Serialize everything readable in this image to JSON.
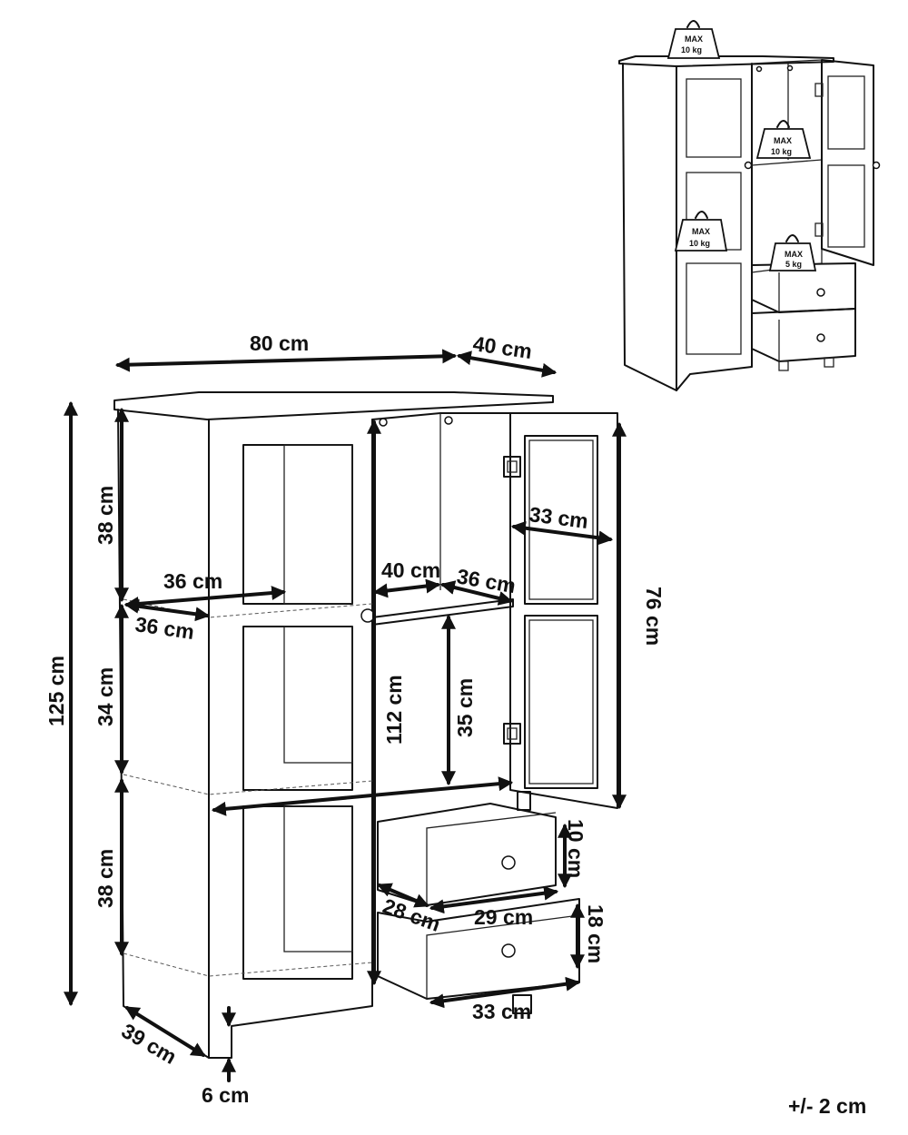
{
  "dimensions": {
    "width": "80 cm",
    "depth": "40 cm",
    "height_total": "125 cm",
    "upper_section_height": "38 cm",
    "middle_section_height": "34 cm",
    "lower_section_height": "38 cm",
    "left_shelf_width": "36 cm",
    "left_shelf_depth": "36 cm",
    "middle_shelf_width": "40 cm",
    "right_shelf_width": "36 cm",
    "door_width": "33 cm",
    "door_height": "76 cm",
    "inner_height": "112 cm",
    "right_compartment_height": "35 cm",
    "upper_drawer_height": "10 cm",
    "upper_drawer_width": "29 cm",
    "upper_drawer_depth": "28 cm",
    "lower_drawer_height": "18 cm",
    "lower_drawer_width": "33 cm",
    "side_depth": "39 cm",
    "leg_height": "6 cm"
  },
  "tolerance": "+/- 2 cm",
  "weight_limits": [
    {
      "line1": "MAX",
      "line2": "10 kg"
    },
    {
      "line1": "MAX",
      "line2": "10 kg"
    },
    {
      "line1": "MAX",
      "line2": "10 kg"
    },
    {
      "line1": "MAX",
      "line2": "5 kg"
    }
  ],
  "icons": {
    "weight": "weight-icon",
    "hinge": "hinge-icon",
    "knob": "knob-icon"
  },
  "colors": {
    "line": "#111111",
    "background": "#ffffff"
  }
}
